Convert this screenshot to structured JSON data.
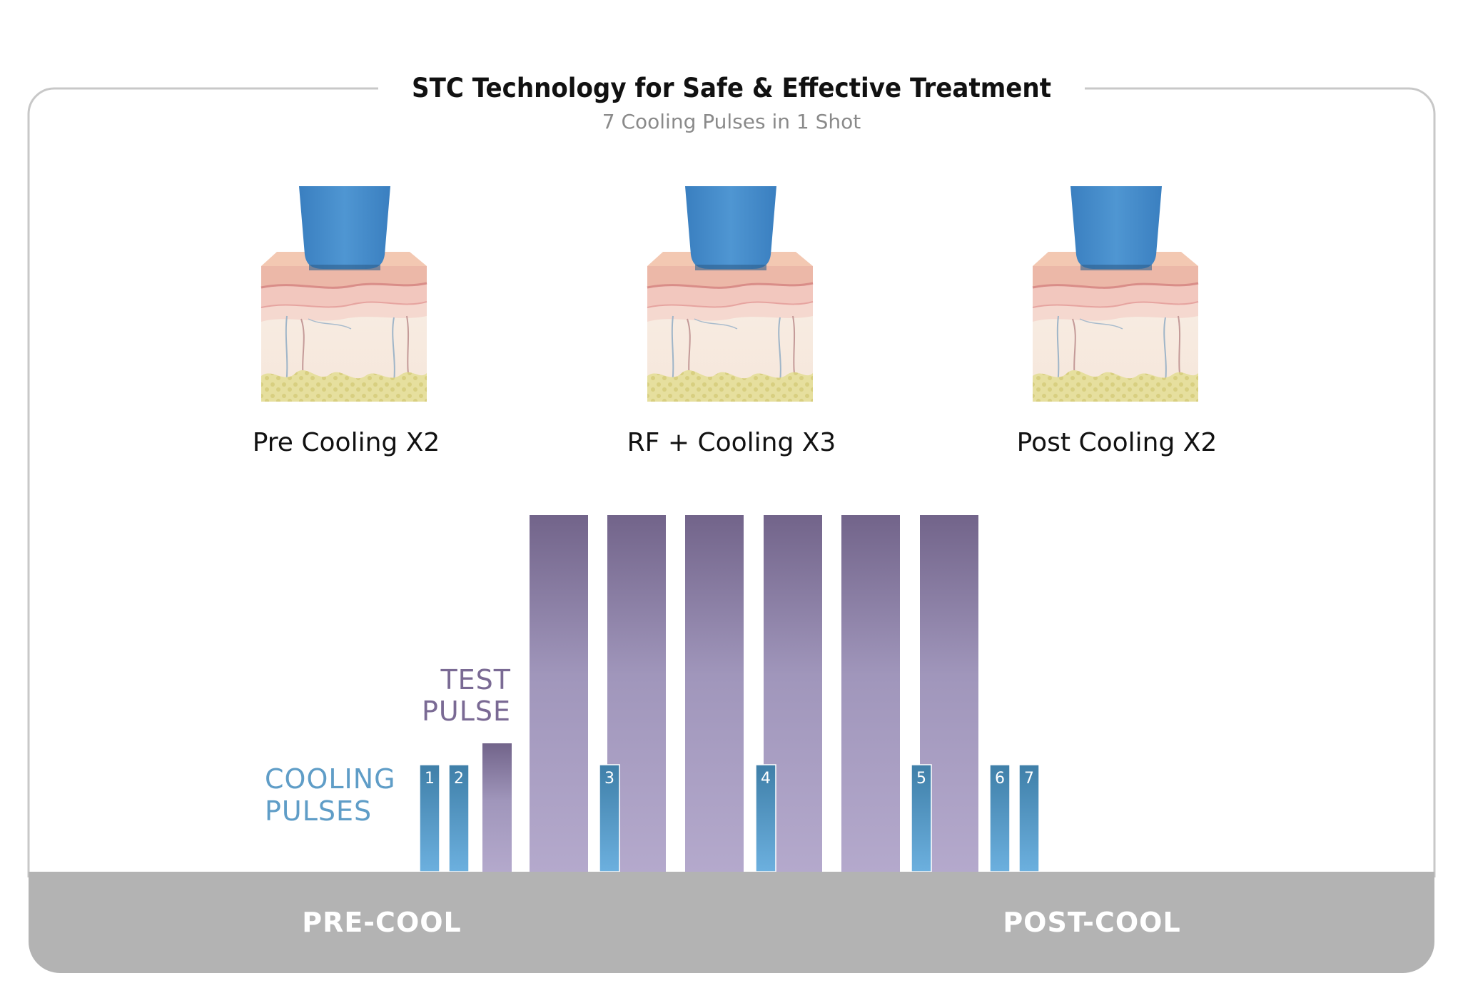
{
  "header": {
    "title": "STC Technology for Safe & Effective Treatment",
    "subtitle": "7 Cooling Pulses in 1 Shot"
  },
  "stages": [
    {
      "caption": "Pre Cooling X2"
    },
    {
      "caption": "RF + Cooling X3"
    },
    {
      "caption": "Post Cooling X2"
    }
  ],
  "labels": {
    "cooling_line1": "COOLING",
    "cooling_line2": "PULSES",
    "test_line1": "TEST",
    "test_line2": "PULSE"
  },
  "phases": {
    "pre": "PRE-COOL",
    "post": "POST-COOL"
  },
  "timeline": {
    "test_pulse_level": 0.36,
    "rf_pulse_level": 1.0,
    "rf_pulse_count": 6,
    "cooling_pulses": [
      {
        "number": "1",
        "level": 0.3
      },
      {
        "number": "2",
        "level": 0.3
      },
      {
        "number": "3",
        "level": 0.3
      },
      {
        "number": "4",
        "level": 0.3
      },
      {
        "number": "5",
        "level": 0.3
      },
      {
        "number": "6",
        "level": 0.3
      },
      {
        "number": "7",
        "level": 0.3
      }
    ]
  },
  "colors": {
    "cooling": "#4a90c4",
    "rf_top": "#72648a",
    "rf_bottom": "#b4a9cc",
    "band": "#b3b3b3",
    "frame": "#c8c8c8",
    "device": "#3f86c8"
  }
}
